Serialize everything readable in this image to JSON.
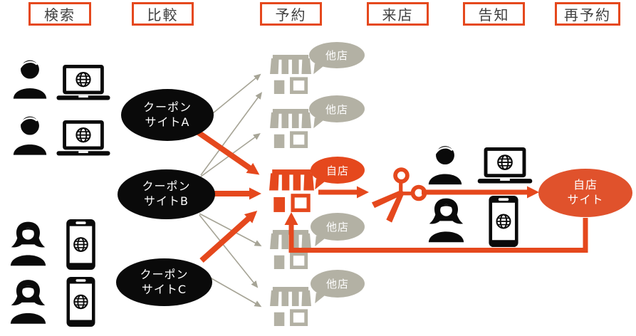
{
  "palette": {
    "accent": "#E5481D",
    "site_ellipse_fill": "#E0522C",
    "black": "#0A0A0A",
    "gray_node": "#B3B1A4",
    "gray_arrow": "#A6A496",
    "step_text": "#3F3F3F",
    "background": "#FFFFFF"
  },
  "header": {
    "steps": [
      "検索",
      "比較",
      "予約",
      "来店",
      "告知",
      "再予約"
    ]
  },
  "coupon_sites": [
    {
      "label": "クーポン\nサイトA"
    },
    {
      "label": "クーポン\nサイトB"
    },
    {
      "label": "クーポン\nサイトC"
    }
  ],
  "bubbles": [
    "他店",
    "他店",
    "自店",
    "他店",
    "他店"
  ],
  "own_site": {
    "label": "自店\nサイト"
  },
  "icons": {
    "male_user": "male-silhouette",
    "female_user": "female-silhouette",
    "laptop": "laptop-with-globe",
    "smartphone": "smartphone-with-globe",
    "store": "storefront",
    "scissors": "scissors",
    "speech_bubble": "speech-bubble"
  },
  "edges": {
    "weak_gray": [
      {
        "from": "coupon-site-a",
        "to": "other-store-1"
      },
      {
        "from": "coupon-site-b",
        "to": "other-store-1"
      },
      {
        "from": "coupon-site-b",
        "to": "other-store-2"
      },
      {
        "from": "coupon-site-b",
        "to": "other-store-3"
      },
      {
        "from": "coupon-site-b",
        "to": "other-store-4"
      },
      {
        "from": "coupon-site-c",
        "to": "other-store-4"
      }
    ],
    "strong_red": [
      {
        "from": "coupon-site-a",
        "to": "own-store"
      },
      {
        "from": "coupon-site-b",
        "to": "own-store"
      },
      {
        "from": "coupon-site-c",
        "to": "own-store"
      },
      {
        "from": "own-store",
        "to": "visit-cut"
      },
      {
        "from": "visit-cut",
        "to": "own-site"
      },
      {
        "from": "own-site",
        "to": "own-store"
      }
    ]
  }
}
